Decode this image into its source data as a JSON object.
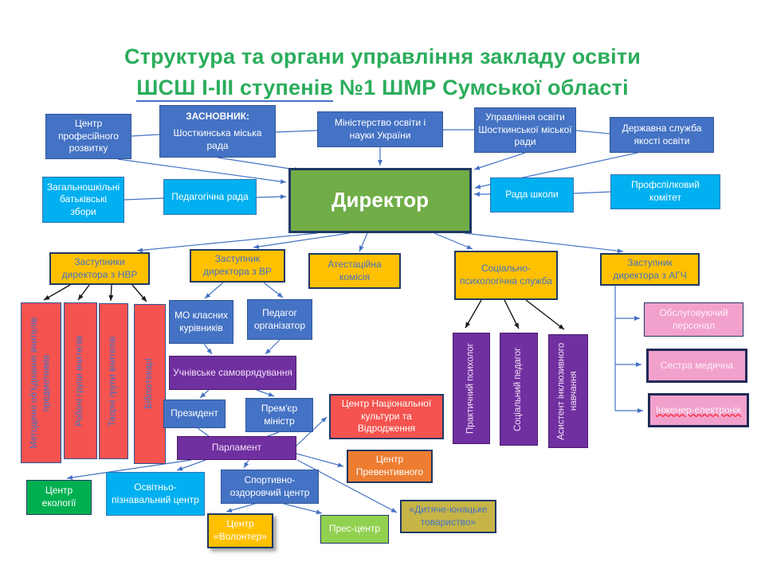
{
  "colors": {
    "title_green": "#2BAD5C",
    "box_blue": "#4472C4",
    "box_cyan": "#00B0F0",
    "director_green": "#70AD47",
    "box_orange": "#FFC000",
    "box_red": "#F4534F",
    "box_purple": "#7030A0",
    "box_pink": "#F2A1CC",
    "box_dark_orange": "#ED7D31",
    "box_light_green": "#92D050",
    "box_green": "#00B050",
    "box_olive": "#C7B446",
    "connector_blue": "#4472C4",
    "connector_black": "#1a1a1a"
  },
  "title": {
    "line1": "Структура та органи  управління закладу освіти",
    "line2_underline": "ШСШ І-ІІІ ступенів",
    "line2_rest": " №1 ШМР Сумської області"
  },
  "nodes": {
    "centr_prof": {
      "label": "Центр професійного розвитку"
    },
    "zasnovnyk": {
      "header": "ЗАСНОВНИК:",
      "label": "Шосткинська міська рада"
    },
    "ministerstvo": {
      "label": "Міністерство освіти і науки України"
    },
    "upravlinnya": {
      "label": "Управління  освіти Шосткинської міської ради"
    },
    "derzhavna": {
      "label": "Державна служба якості освіти"
    },
    "zbory": {
      "label": "Загальношкільні батьківські збори"
    },
    "pedrada": {
      "label": "Педагогічна  рада"
    },
    "director": {
      "label": "Директор"
    },
    "rada_shkoly": {
      "label": "Рада школи"
    },
    "profkom": {
      "label": "Профспілковий комітет"
    },
    "zast_nvr": {
      "label": "Заступники директора з НВР"
    },
    "zast_vr": {
      "label": "Заступник директора з ВР"
    },
    "atestatsiina": {
      "label": "Атестаційна комісія"
    },
    "sots_sluzhba": {
      "label": "Соціально-психологічна служба"
    },
    "zast_agch": {
      "label": "Заступник директора з АГЧ"
    },
    "metodychni": {
      "label": "Методичні об'єднання  вчителів предметників"
    },
    "robochi": {
      "label": "Робочі групи вчителів"
    },
    "tvorchi": {
      "label": "Творчі групи вчителів"
    },
    "bibliotekari": {
      "label": "Бібліотекарі"
    },
    "mo_klasnykh": {
      "label": "МО класних курівників"
    },
    "pedagog_org": {
      "label": "Педагог організатор"
    },
    "samovriaduvannia": {
      "label": "Учнівське самоврядування"
    },
    "prezydent": {
      "label": "Президент"
    },
    "premier": {
      "label": "Прем'єр міністр"
    },
    "parlament": {
      "label": "Парламент"
    },
    "centr_nats": {
      "label": "Центр Національної культури та Відродження"
    },
    "prakt_psykholog": {
      "label": "Практичний психолог"
    },
    "sots_pedagog": {
      "label": "Соціальний педагог"
    },
    "asystent": {
      "label": "Асистент інклюзивного навчання"
    },
    "obslug": {
      "label": "Обслуговуючий персонал"
    },
    "sestra": {
      "label": "Сестра медична"
    },
    "inzhener": {
      "label": "Інженер-електронік"
    },
    "ekologii": {
      "label": "Центр екології"
    },
    "osvitno": {
      "label": "Освітньо-пізнавальний центр"
    },
    "sportyvno": {
      "label": "Спортивно-оздоровчий центр"
    },
    "volonter": {
      "label": "Центр «Волонтер»"
    },
    "pres_centr": {
      "label": "Прес-центр"
    },
    "preventyvnogo": {
      "label": "Центр Превентивного"
    },
    "dytiache": {
      "label": "«Дитяче-юнацьке товариство»"
    }
  }
}
